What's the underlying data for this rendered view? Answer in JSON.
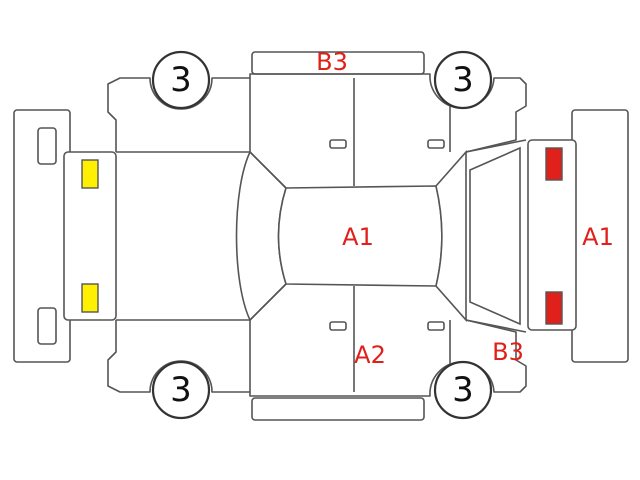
{
  "colors": {
    "outline": "#555555",
    "mark_red": "#e0201a",
    "label_red": "#e0201a",
    "lamp_yellow": "#ffef00",
    "lamp_red": "#e0201a",
    "tire_text": "#111111"
  },
  "tires": {
    "front_left": "3",
    "rear_left": "3",
    "front_right": "3",
    "rear_right": "3"
  },
  "damage": {
    "top_bumper": "B3",
    "roof": "A1",
    "rear_bumper": "A1",
    "left_rear_door": "A2",
    "left_rear_quarter": "B3"
  }
}
